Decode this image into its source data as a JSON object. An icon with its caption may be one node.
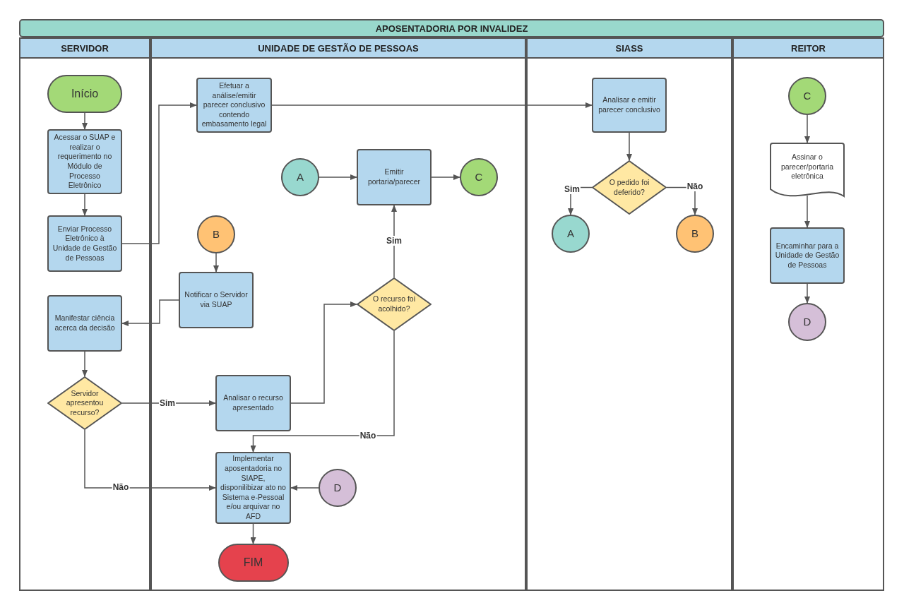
{
  "diagram": {
    "title": "APOSENTADORIA POR INVALIDEZ",
    "nodes": [
      {
        "text": [
          "SERVIDOR"
        ]
      },
      {
        "text": [
          "Início"
        ],
        "in": 0
      },
      {
        "text": [
          "Acessar o SUAP e realizar o requerimento no Módulo de Processo Eletrônico"
        ],
        "in": 0
      },
      {
        "text": [
          "Enviar Processo Eletrônico à Unidade de Gestão de Pessoas"
        ],
        "in": 0
      },
      {
        "text": [
          "Manifestar ciência acerca da decisão"
        ],
        "in": 0
      },
      {
        "text": [
          "Servidor apresentou recurso?"
        ],
        "in": 0
      },
      {
        "text": [
          "UNIDADE DE GESTÃO DE PESSOAS"
        ]
      },
      {
        "text": [
          "Efetuar a análise/emitir parecer conclusivo contendo embasamento legal"
        ],
        "in": 6
      },
      {
        "text": [
          "A"
        ],
        "in": 6
      },
      {
        "text": [
          "Emitir portaria/parecer"
        ],
        "in": 6
      },
      {
        "text": [
          "C"
        ],
        "in": 6
      },
      {
        "text": [
          "B"
        ],
        "in": 6
      },
      {
        "text": [
          "Notificar o Servidor via SUAP"
        ],
        "in": 6
      },
      {
        "text": [
          "O recurso foi acolhido?"
        ],
        "in": 6
      },
      {
        "text": [
          "Analisar o recurso apresentado"
        ],
        "in": 6
      },
      {
        "text": [
          "Implementar aposentadoria no SIAPE, disponilibizar ato no Sistema e-Pessoal e/ou arquivar no AFD"
        ],
        "in": 6
      },
      {
        "text": [
          "D"
        ],
        "in": 6
      },
      {
        "text": [
          "FIM"
        ],
        "in": 6
      },
      {
        "text": [
          "SIASS"
        ]
      },
      {
        "text": [
          "Analisar e emitir parecer conclusivo"
        ],
        "in": 18
      },
      {
        "text": [
          "O pedido foi deferido?"
        ],
        "in": 18
      },
      {
        "text": [
          "A"
        ],
        "in": 18
      },
      {
        "text": [
          "B"
        ],
        "in": 18
      },
      {
        "text": [
          "REITOR"
        ]
      },
      {
        "text": [
          "C"
        ],
        "in": 23
      },
      {
        "text": [
          "Assinar o parecer/portaria eletrônica"
        ],
        "in": 23
      },
      {
        "text": [
          "Encaminhar para a Unidade de Gestão de Pessoas"
        ],
        "in": 23
      },
      {
        "text": [
          "D"
        ],
        "in": 23
      }
    ],
    "edges": [
      {
        "from": 1,
        "to": 2,
        "arrow": "to"
      },
      {
        "from": 2,
        "to": 3,
        "arrow": "to"
      },
      {
        "from": 3,
        "to": 7,
        "arrow": "to"
      },
      {
        "from": 7,
        "to": 19,
        "arrow": "to"
      },
      {
        "from": 19,
        "to": 20,
        "arrow": "to"
      },
      {
        "from": 20,
        "to": 21,
        "arrow": "to",
        "label": "Sim"
      },
      {
        "from": 20,
        "to": 22,
        "arrow": "to",
        "label": "Não"
      },
      {
        "from": 8,
        "to": 9,
        "arrow": "to"
      },
      {
        "from": 9,
        "to": 10,
        "arrow": "to"
      },
      {
        "from": 11,
        "to": 12,
        "arrow": "to"
      },
      {
        "from": 12,
        "to": 4,
        "arrow": "to"
      },
      {
        "from": 4,
        "to": 5,
        "arrow": "to"
      },
      {
        "from": 5,
        "to": 14,
        "arrow": "to",
        "label": "Sim"
      },
      {
        "from": 5,
        "to": 15,
        "arrow": "to",
        "label": "Não"
      },
      {
        "from": 14,
        "to": 13,
        "arrow": "to"
      },
      {
        "from": 13,
        "to": 9,
        "arrow": "to",
        "label": "Sim"
      },
      {
        "from": 13,
        "to": 15,
        "arrow": "to",
        "label": "Não"
      },
      {
        "from": 16,
        "to": 15,
        "arrow": "to"
      },
      {
        "from": 15,
        "to": 17,
        "arrow": "to"
      },
      {
        "from": 24,
        "to": 25,
        "arrow": "to"
      },
      {
        "from": 25,
        "to": 26,
        "arrow": "to"
      },
      {
        "from": 26,
        "to": 27,
        "arrow": "to"
      }
    ]
  }
}
